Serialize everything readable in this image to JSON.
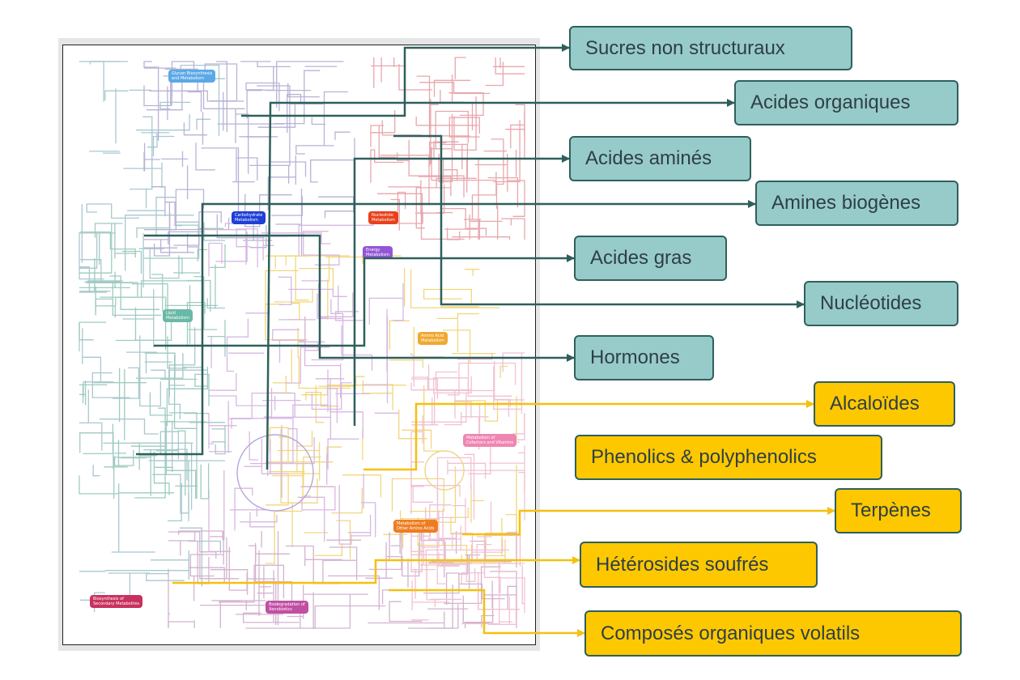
{
  "metabolic_map": {
    "regions": [
      {
        "key": "glycan",
        "label": "Glycan Biosynthesis\nand Metabolism",
        "color": "#5aa9e6"
      },
      {
        "key": "carbohydrate",
        "label": "Carbohydrate\nMetabolism",
        "color": "#1f3fd6"
      },
      {
        "key": "nucleotide",
        "label": "Nucleotide\nMetabolism",
        "color": "#e8401c"
      },
      {
        "key": "energy",
        "label": "Energy\nMetabolism",
        "color": "#9256d6"
      },
      {
        "key": "lipid",
        "label": "Lipid\nMetabolism",
        "color": "#6ab9a8"
      },
      {
        "key": "amino",
        "label": "Amino Acid\nMetabolism",
        "color": "#f0a830"
      },
      {
        "key": "cofactors",
        "label": "Metabolism of\nCofactors and Vitamins",
        "color": "#ef86b2"
      },
      {
        "key": "other_amino",
        "label": "Metabolism of\nOther Amino Acids",
        "color": "#ee7d22"
      },
      {
        "key": "secondary",
        "label": "Biosynthesis of\nSecondary Metabolites",
        "color": "#c8315e"
      },
      {
        "key": "xenobiotics",
        "label": "Biodegradation of\nXenobiotics",
        "color": "#c14fa3"
      }
    ]
  },
  "categories": {
    "primary": [
      {
        "key": "sucres",
        "label": "Sucres non structuraux"
      },
      {
        "key": "acides_org",
        "label": "Acides organiques"
      },
      {
        "key": "acides_amines",
        "label": "Acides aminés"
      },
      {
        "key": "amines",
        "label": "Amines biogènes"
      },
      {
        "key": "acides_gras",
        "label": "Acides gras"
      },
      {
        "key": "nucleotides",
        "label": "Nucléotides"
      },
      {
        "key": "hormones",
        "label": "Hormones"
      }
    ],
    "secondary": [
      {
        "key": "alcaloides",
        "label": "Alcaloïdes"
      },
      {
        "key": "phenolics",
        "label": "Phenolics & polyphenolics"
      },
      {
        "key": "terpenes",
        "label": "Terpènes"
      },
      {
        "key": "heterosides",
        "label": "Hétérosides soufrés"
      },
      {
        "key": "volatils",
        "label": "Composés organiques volatils"
      }
    ]
  },
  "colors": {
    "primary_box": "#97cbc9",
    "secondary_box": "#fdc800",
    "primary_arrow": "#2f5f5c",
    "secondary_arrow": "#f5c00f"
  }
}
